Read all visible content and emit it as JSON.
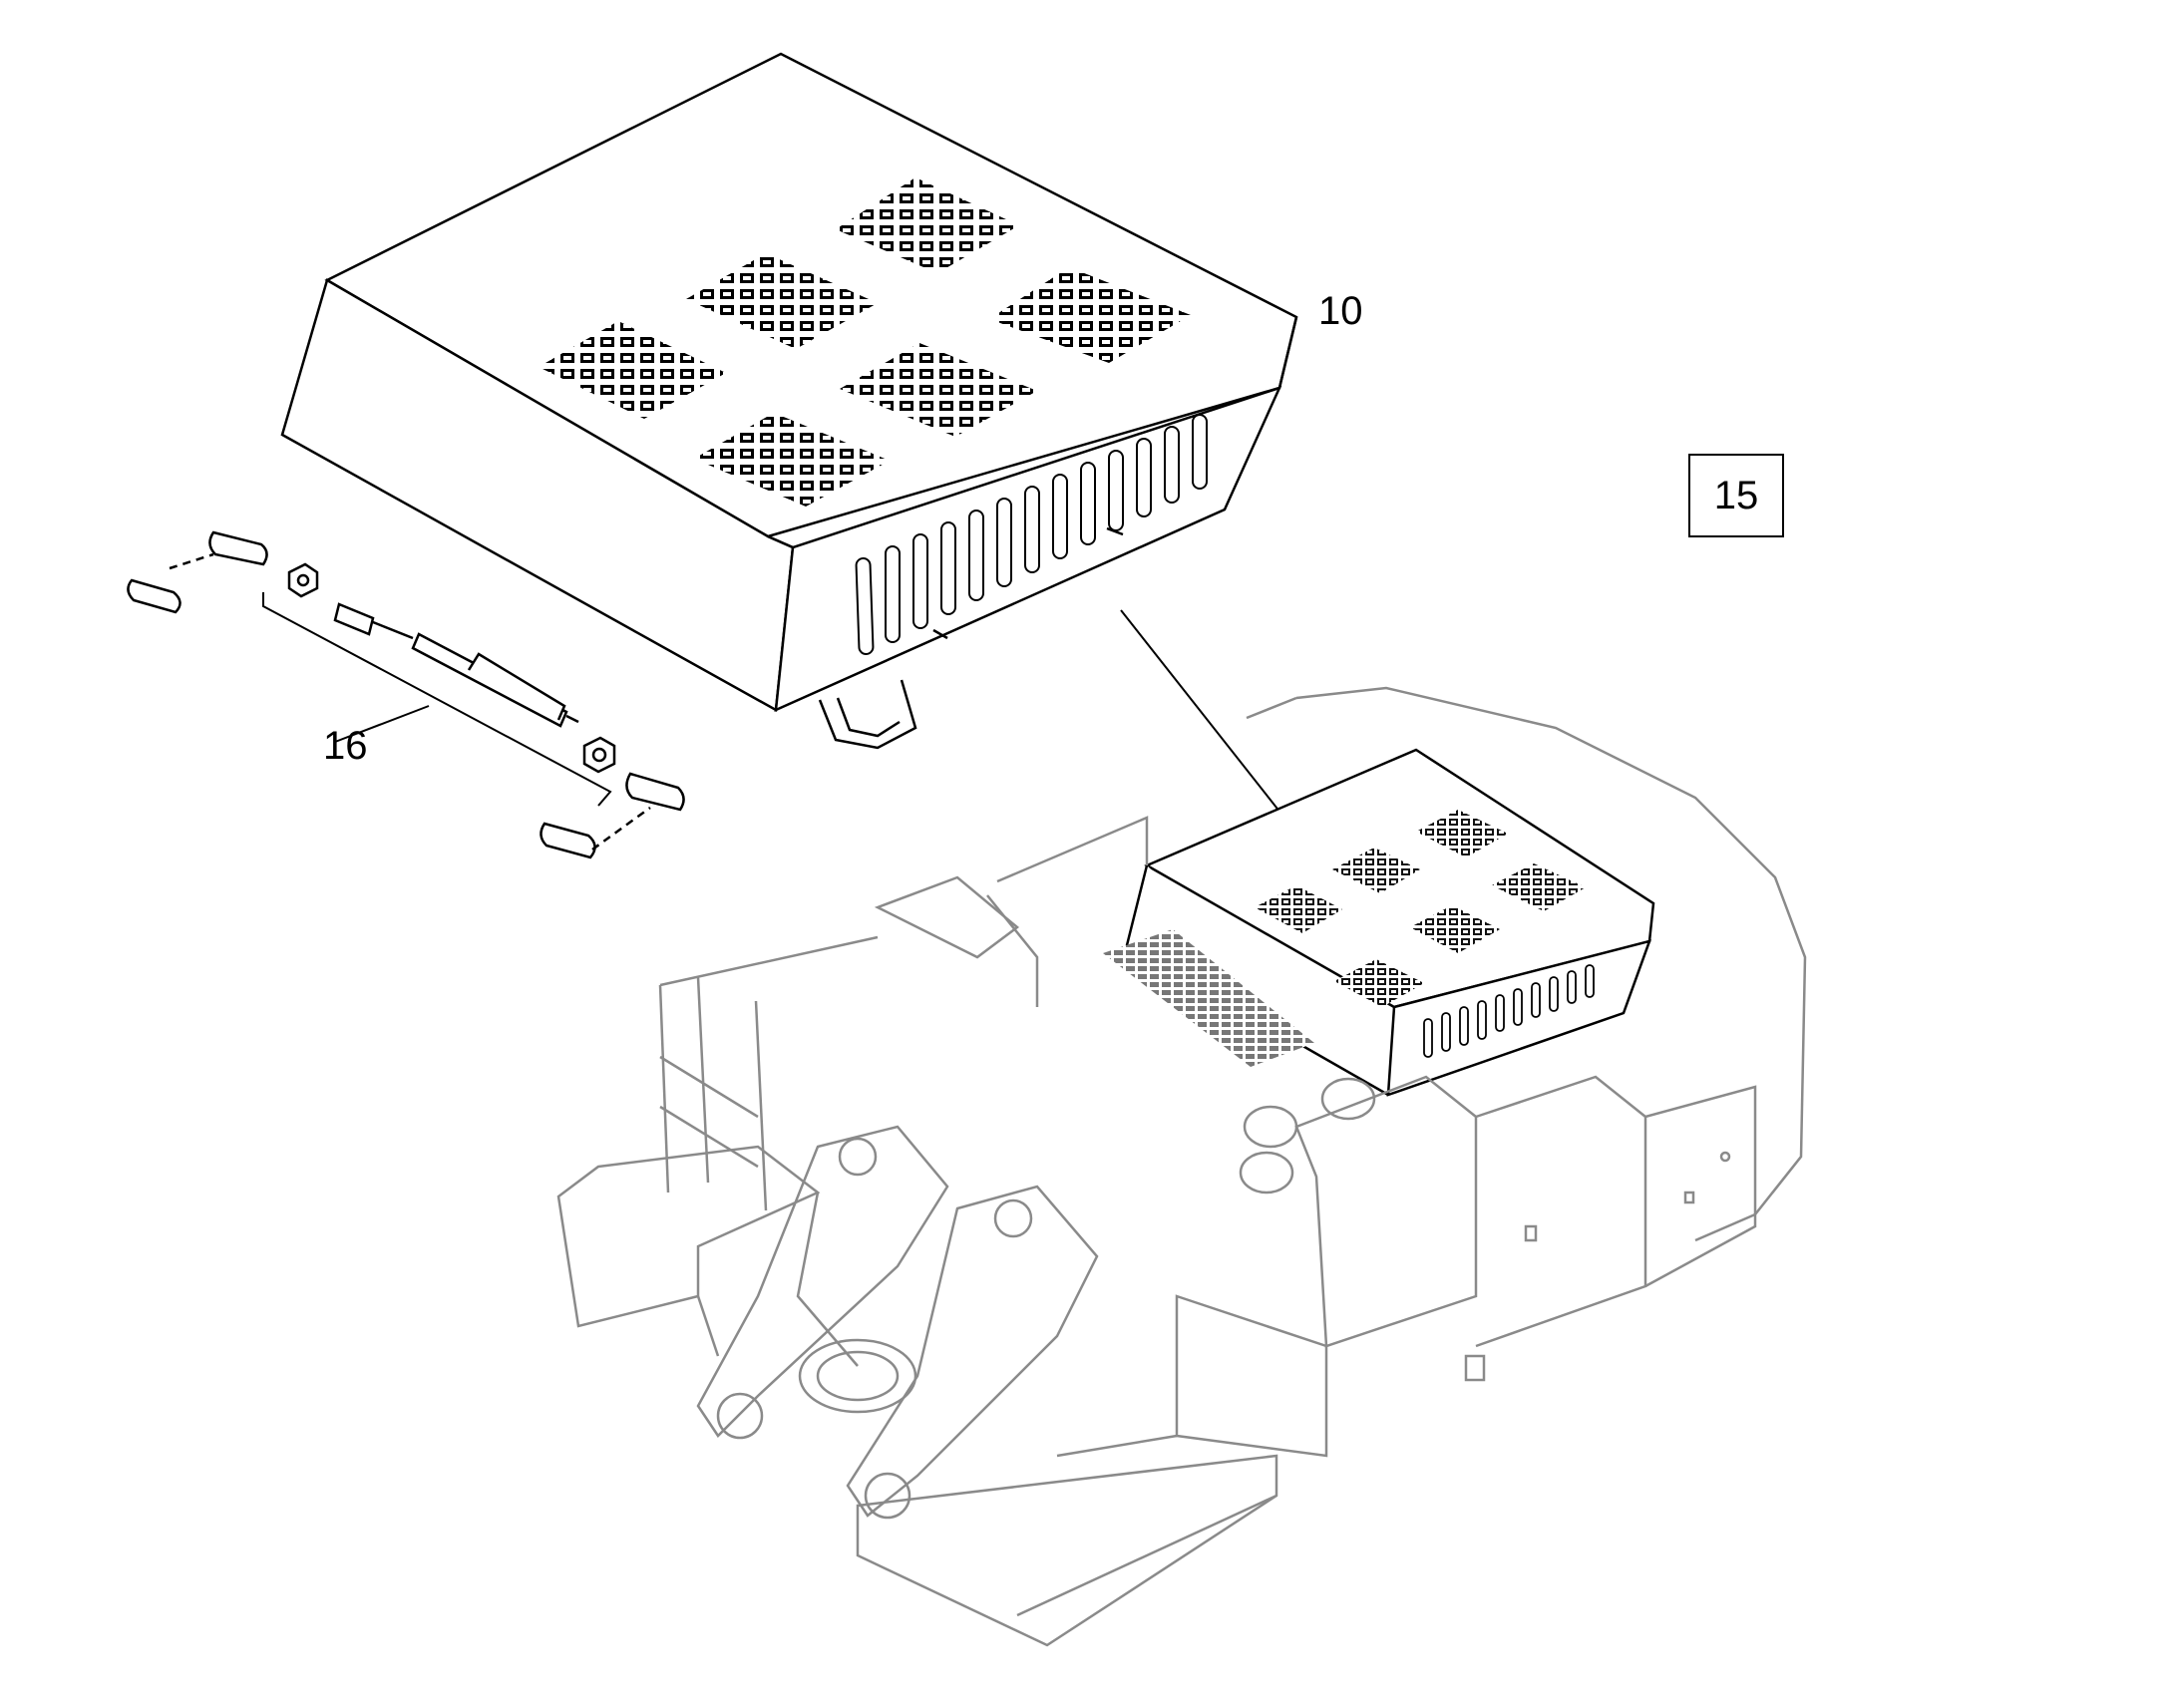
{
  "callouts": {
    "part_10": "10",
    "part_16": "16"
  },
  "reference_box": "15",
  "colors": {
    "line": "#000000",
    "machine_line": "#8a8a8a",
    "background": "#ffffff"
  }
}
